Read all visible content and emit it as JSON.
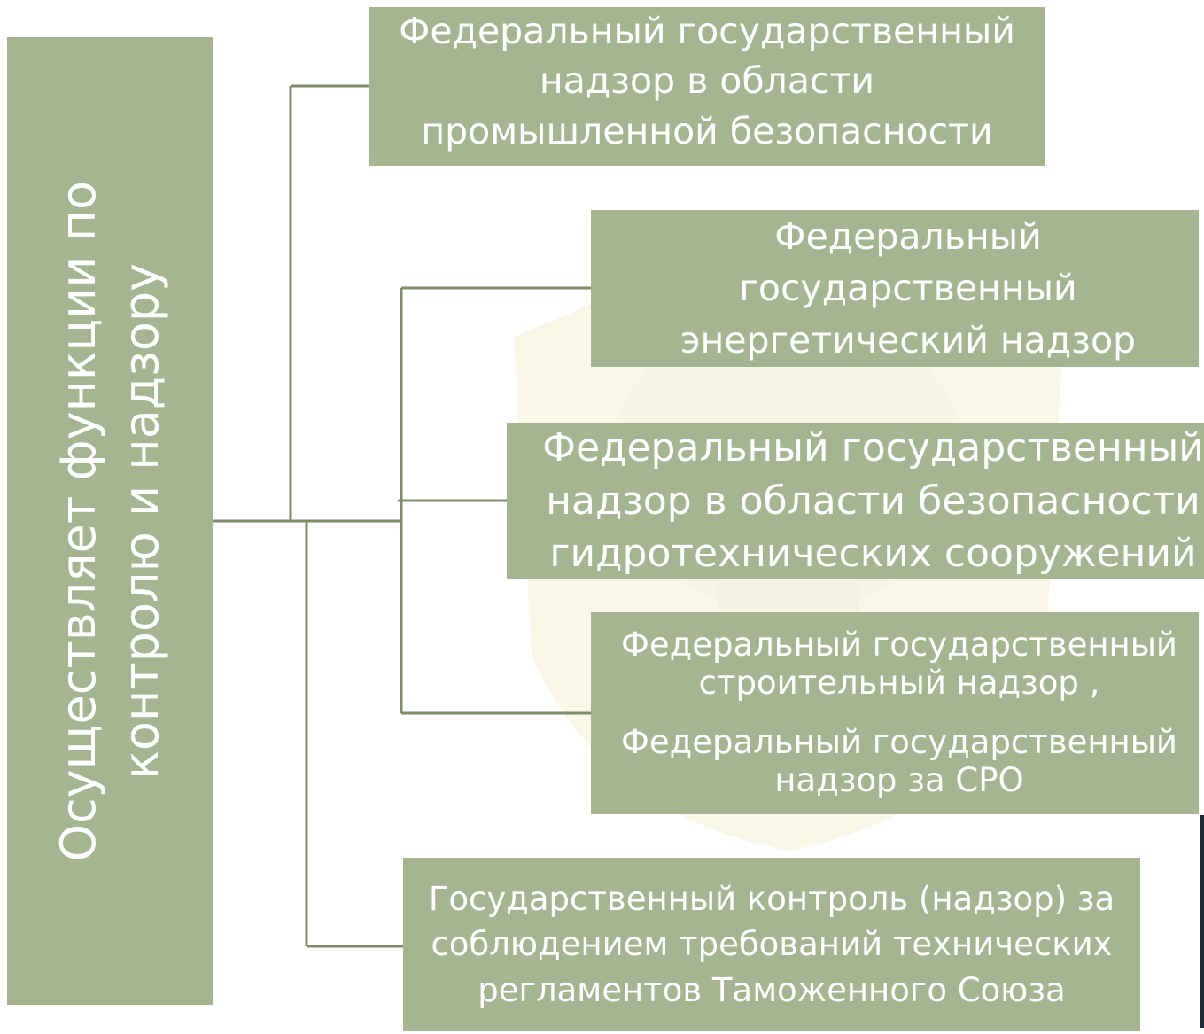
{
  "root": {
    "lines": [
      "Осуществляет функции по",
      "контролю и надзору"
    ]
  },
  "branches": [
    {
      "lines": [
        "Федеральный государственный",
        "надзор в области",
        "промышленной безопасности"
      ]
    },
    {
      "lines": [
        "Федеральный",
        "государственный",
        "энергетический надзор"
      ]
    },
    {
      "lines": [
        "Федеральный государственный",
        "надзор в области безопасности",
        "гидротехнических сооружений"
      ]
    },
    {
      "lines": [
        "Федеральный государственный",
        "строительный надзор ,"
      ],
      "lines_2": [
        "Федеральный государственный",
        "надзор за СРО"
      ]
    },
    {
      "lines": [
        "Государственный контроль (надзор) за",
        "соблюдением требований технических",
        "регламентов Таможенного Союза"
      ]
    }
  ],
  "colors": {
    "box_fill": "#a5b491",
    "box_text": "#ffffff",
    "connector": "#7f8c6c",
    "background": "#ffffff"
  }
}
